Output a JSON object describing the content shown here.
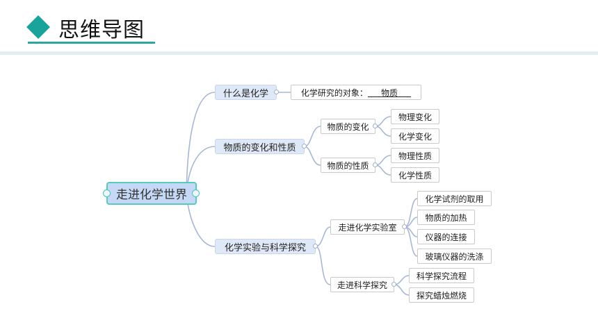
{
  "header": {
    "title": "思维导图",
    "accent": "#1aa39a"
  },
  "mindmap": {
    "root": "走进化学世界",
    "branches": [
      {
        "label": "什么是化学",
        "children": [
          {
            "prefix": "化学研究的对象：",
            "blank": "物质"
          }
        ]
      },
      {
        "label": "物质的变化和性质",
        "children": [
          {
            "label": "物质的变化",
            "leaves": [
              "物理变化",
              "化学变化"
            ]
          },
          {
            "label": "物质的性质",
            "leaves": [
              "物理性质",
              "化学性质"
            ]
          }
        ]
      },
      {
        "label": "化学实验与科学探究",
        "children": [
          {
            "label": "走进化学实验室",
            "leaves": [
              "化学试剂的取用",
              "物质的加热",
              "仪器的连接",
              "玻璃仪器的洗涤"
            ]
          },
          {
            "label": "走进科学探究",
            "leaves": [
              "科学探究流程",
              "探究蜡烛燃烧"
            ]
          }
        ]
      }
    ]
  }
}
